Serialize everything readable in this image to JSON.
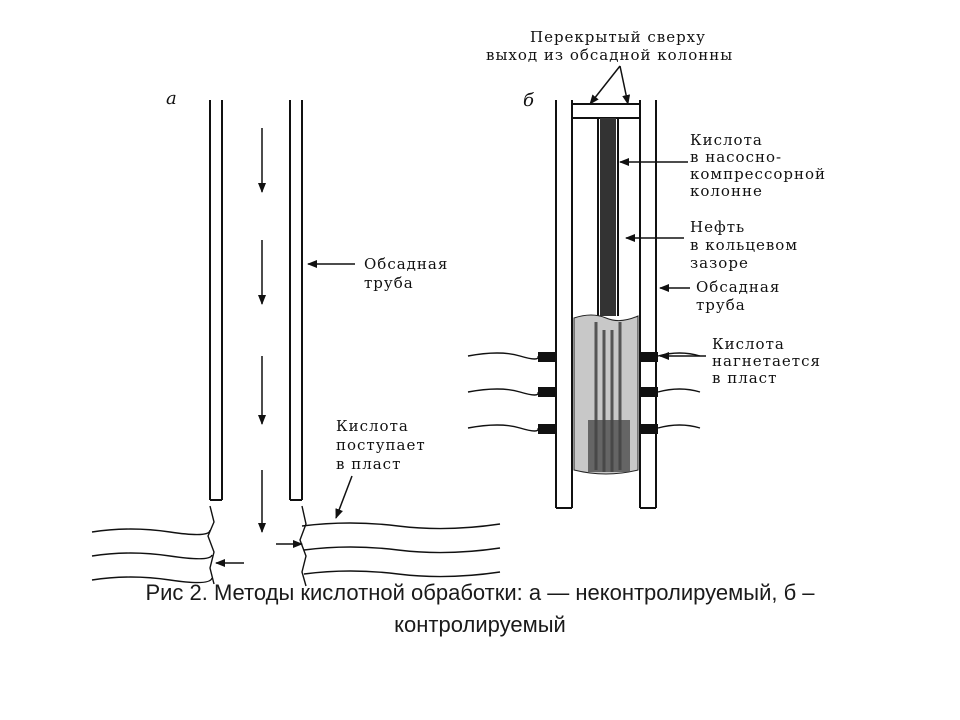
{
  "panel_a": {
    "letter": "а",
    "casing_label": [
      "Обсадная",
      "труба"
    ],
    "acid_label": [
      "Кислота",
      "поступает",
      "в пласт"
    ]
  },
  "panel_b": {
    "letter": "б",
    "top_label": [
      "Перекрытый сверху",
      "выход из обсадной колонны"
    ],
    "acid_tubing_label": [
      "Кислота",
      "в насосно-",
      "компрессорной",
      "колонне"
    ],
    "oil_label": [
      "Нефть",
      "в кольцевом",
      "зазоре"
    ],
    "casing_label": [
      "Обсадная",
      "труба"
    ],
    "inject_label": [
      "Кислота",
      "нагнетается",
      "в пласт"
    ]
  },
  "caption": {
    "line1": "Рис 2. Методы кислотной обработки: а — неконтролируемый, б –",
    "line2": "контролируемый"
  }
}
